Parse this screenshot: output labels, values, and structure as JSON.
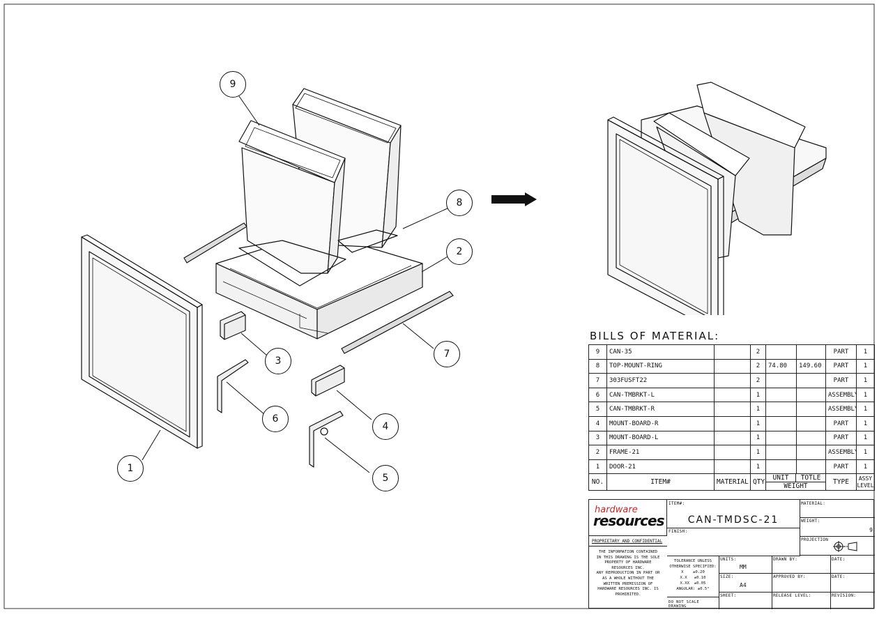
{
  "balloons": {
    "b1": "1",
    "b2": "2",
    "b3": "3",
    "b4": "4",
    "b5": "5",
    "b6": "6",
    "b7": "7",
    "b8": "8",
    "b9": "9"
  },
  "bom": {
    "title": "BILLS OF MATERIAL:",
    "rows": [
      {
        "no": "9",
        "item": "CAN-35",
        "material": "",
        "qty": "2",
        "unit": "",
        "total": "",
        "type": "PART",
        "assy": "1"
      },
      {
        "no": "8",
        "item": "TOP-MOUNT-RING",
        "material": "",
        "qty": "2",
        "unit": "74.80",
        "total": "149.60",
        "type": "PART",
        "assy": "1"
      },
      {
        "no": "7",
        "item": "303FUSFT22",
        "material": "",
        "qty": "2",
        "unit": "",
        "total": "",
        "type": "PART",
        "assy": "1"
      },
      {
        "no": "6",
        "item": "CAN-TMBRKT-L",
        "material": "",
        "qty": "1",
        "unit": "",
        "total": "",
        "type": "ASSEMBLY",
        "assy": "1"
      },
      {
        "no": "5",
        "item": "CAN-TMBRKT-R",
        "material": "",
        "qty": "1",
        "unit": "",
        "total": "",
        "type": "ASSEMBLY",
        "assy": "1"
      },
      {
        "no": "4",
        "item": "MOUNT-BOARD-R",
        "material": "",
        "qty": "1",
        "unit": "",
        "total": "",
        "type": "PART",
        "assy": "1"
      },
      {
        "no": "3",
        "item": "MOUNT-BOARD-L",
        "material": "",
        "qty": "1",
        "unit": "",
        "total": "",
        "type": "PART",
        "assy": "1"
      },
      {
        "no": "2",
        "item": "FRAME-21",
        "material": "",
        "qty": "1",
        "unit": "",
        "total": "",
        "type": "ASSEMBLY",
        "assy": "1"
      },
      {
        "no": "1",
        "item": "DOOR-21",
        "material": "",
        "qty": "1",
        "unit": "",
        "total": "",
        "type": "PART",
        "assy": "1"
      }
    ],
    "headers": {
      "no": "NO.",
      "item": "ITEM#",
      "material": "MATERIAL",
      "qty": "QTY",
      "unit": "UNIT",
      "total": "TOTLE",
      "weight": "WEIGHT",
      "type": "TYPE",
      "assy": "ASSY",
      "level": "LEVEL"
    }
  },
  "titleblock": {
    "logo_top": "hardware",
    "logo_bottom": "resources",
    "item_label": "ITEM#:",
    "item_value": "CAN-TMDSC-21",
    "material_label": "MATERIAL:",
    "weight_label": "WEIGHT:",
    "weight_value": "9",
    "finish_label": "FINISH:",
    "projection_label": "PROJECTION",
    "proprietary": "PROPRIETARY AND CONFIDENTIAL",
    "notice": [
      "THE INFORMATION CONTAINED",
      "IN THIS DRAWING IS THE SOLE",
      "PROPERTY OF HARDWARE",
      "RESOURCES INC.",
      "ANY REPRODUCTION IN PART OR",
      "AS A WHOLE WITHOUT THE",
      "WRITTEN PREMISSION OF",
      "HARDWARE RESOURCES INC. IS",
      "PROHIBITED."
    ],
    "tolerance": [
      "TOLERANCE UNLESS",
      "OTHERWISE SPECIFIED:",
      "X    ±0.20",
      "X.X   ±0.10",
      "X.XX  ±0.05",
      "ANGULAR: ±0.5°"
    ],
    "do_not_scale": "DO NOT SCALE DRAWING",
    "units_label": "UNITS:",
    "units_value": "MM",
    "size_label": "SIZE:",
    "size_value": "A4",
    "sheet_label": "SHEET:",
    "drawn_label": "DRAWN BY:",
    "date_label": "DATE:",
    "approved_label": "APPROVED BY:",
    "date2_label": "DATE:",
    "release_label": "RELEASE LEVEL:",
    "revision_label": "REVISION:"
  }
}
